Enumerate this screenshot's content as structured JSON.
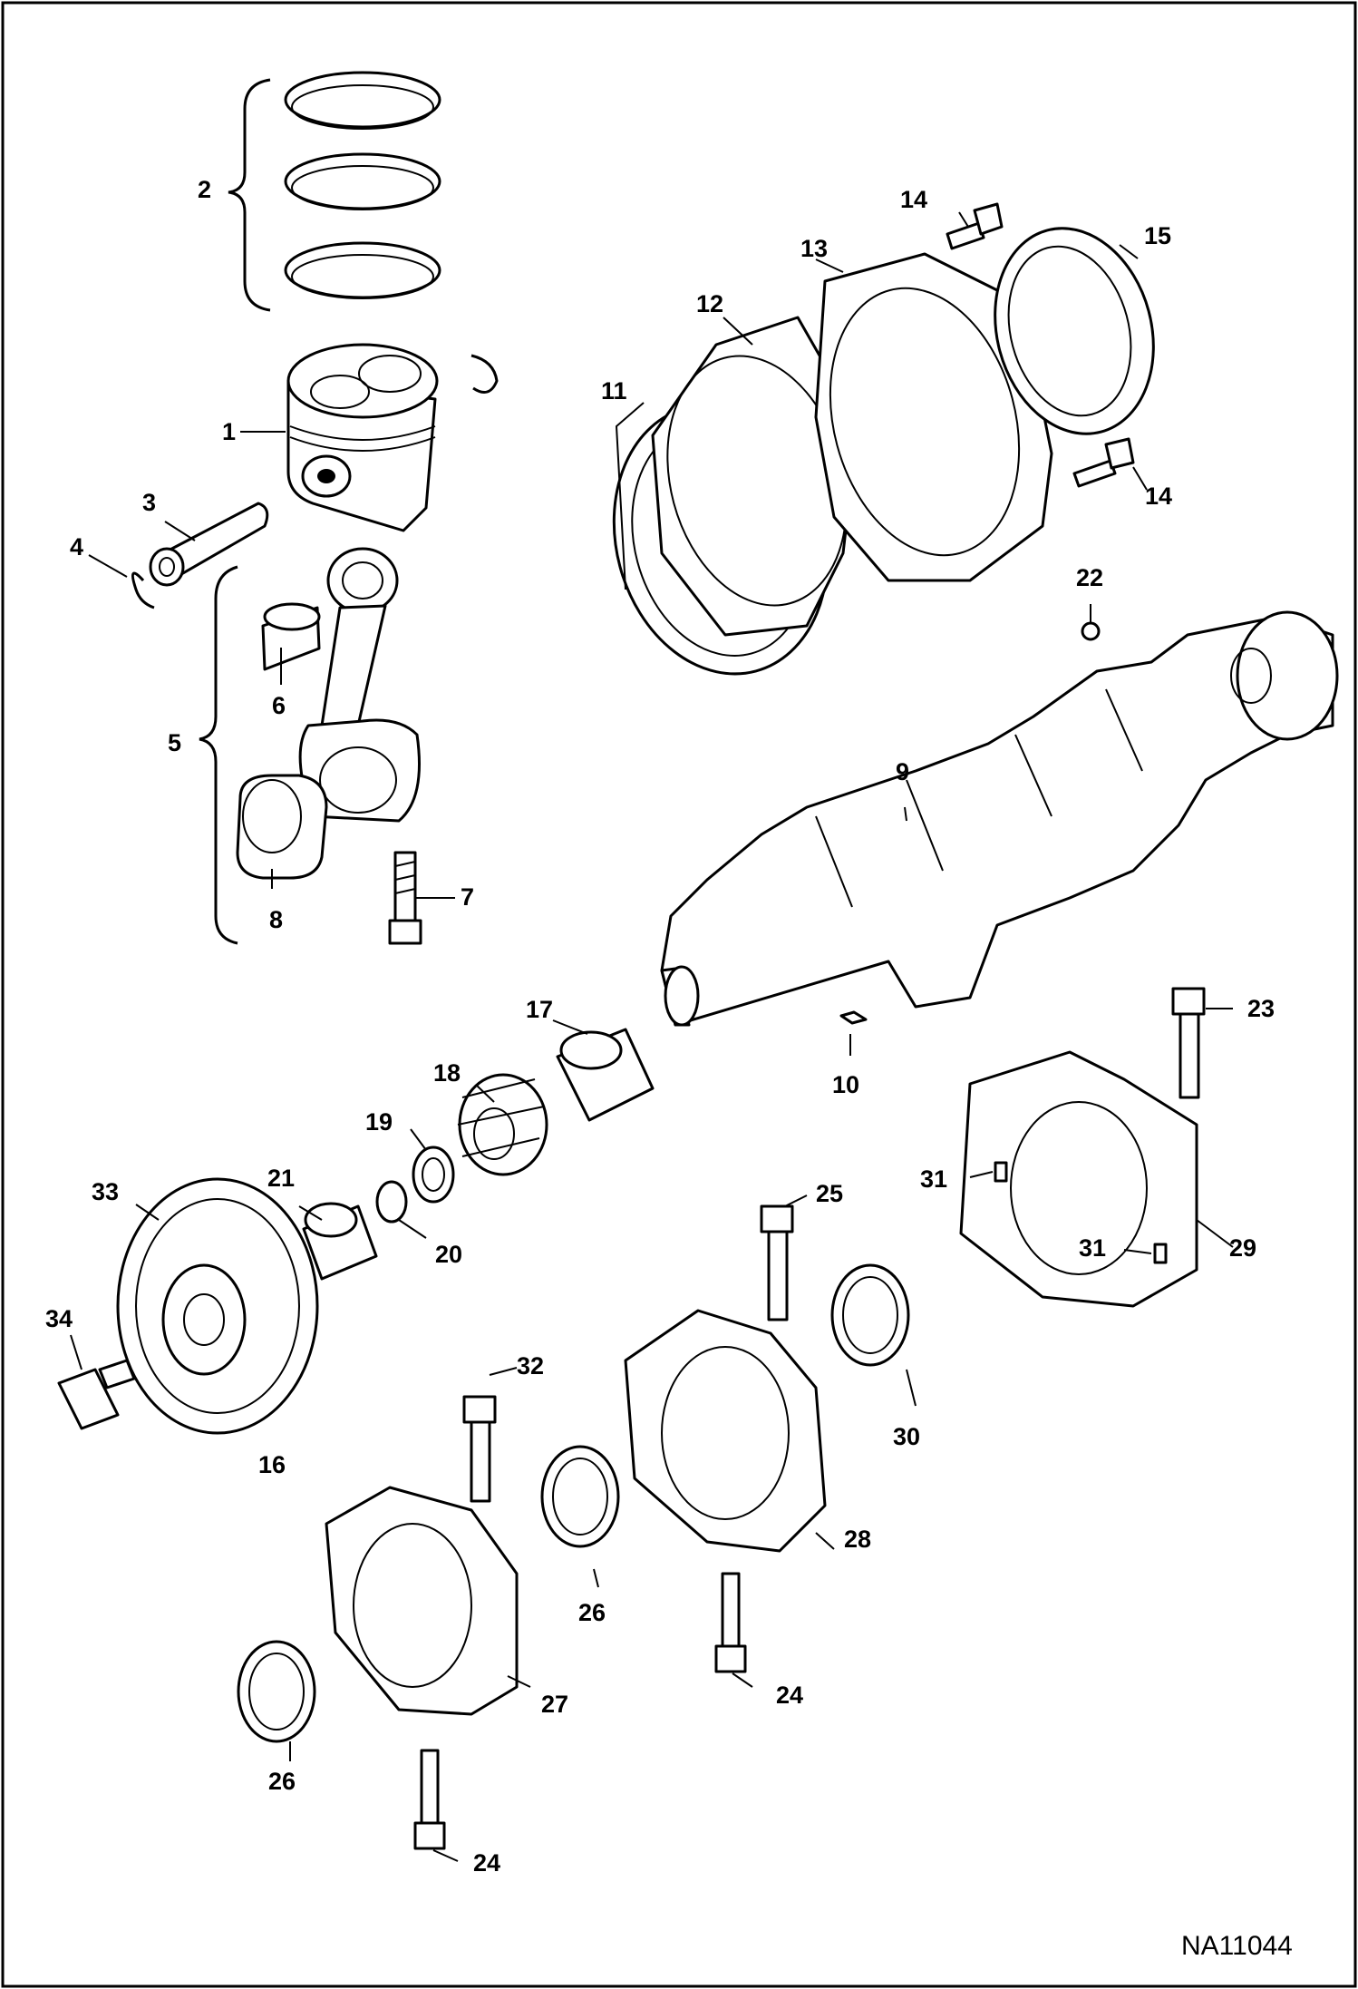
{
  "figure": {
    "reference_code": "NA11044"
  },
  "callouts": [
    {
      "id": "c1",
      "label": "1"
    },
    {
      "id": "c2",
      "label": "2"
    },
    {
      "id": "c3",
      "label": "3"
    },
    {
      "id": "c4",
      "label": "4"
    },
    {
      "id": "c5",
      "label": "5"
    },
    {
      "id": "c6",
      "label": "6"
    },
    {
      "id": "c7",
      "label": "7"
    },
    {
      "id": "c8",
      "label": "8"
    },
    {
      "id": "c9",
      "label": "9"
    },
    {
      "id": "c10",
      "label": "10"
    },
    {
      "id": "c11",
      "label": "11"
    },
    {
      "id": "c12",
      "label": "12"
    },
    {
      "id": "c13",
      "label": "13"
    },
    {
      "id": "c14a",
      "label": "14"
    },
    {
      "id": "c14b",
      "label": "14"
    },
    {
      "id": "c15",
      "label": "15"
    },
    {
      "id": "c16",
      "label": "16"
    },
    {
      "id": "c17",
      "label": "17"
    },
    {
      "id": "c18",
      "label": "18"
    },
    {
      "id": "c19",
      "label": "19"
    },
    {
      "id": "c20",
      "label": "20"
    },
    {
      "id": "c21",
      "label": "21"
    },
    {
      "id": "c22",
      "label": "22"
    },
    {
      "id": "c23",
      "label": "23"
    },
    {
      "id": "c24a",
      "label": "24"
    },
    {
      "id": "c24b",
      "label": "24"
    },
    {
      "id": "c25",
      "label": "25"
    },
    {
      "id": "c26a",
      "label": "26"
    },
    {
      "id": "c26b",
      "label": "26"
    },
    {
      "id": "c27",
      "label": "27"
    },
    {
      "id": "c28",
      "label": "28"
    },
    {
      "id": "c29",
      "label": "29"
    },
    {
      "id": "c30",
      "label": "30"
    },
    {
      "id": "c31a",
      "label": "31"
    },
    {
      "id": "c31b",
      "label": "31"
    },
    {
      "id": "c32",
      "label": "32"
    },
    {
      "id": "c33",
      "label": "33"
    },
    {
      "id": "c34",
      "label": "34"
    }
  ]
}
